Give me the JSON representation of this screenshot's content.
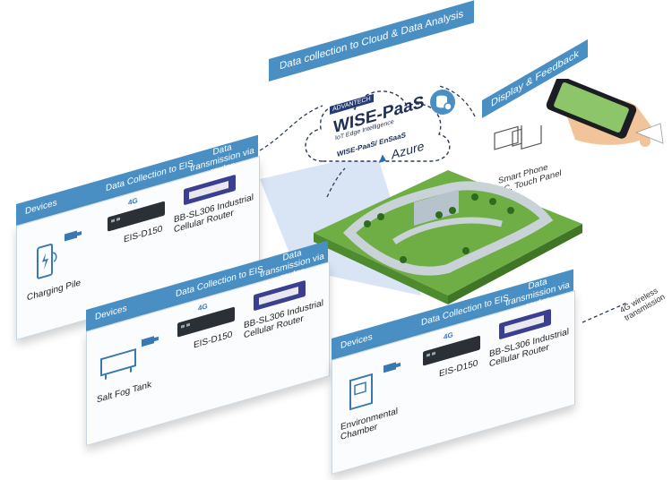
{
  "header": {
    "cloud_title": "Data collection to Cloud & Data Analysis"
  },
  "cloud": {
    "brand": "ADVANTECH",
    "product": "WISE-PaaS",
    "tagline": "IoT Edge Intelligence",
    "services": "WISE-PaaS/ EnSaaS",
    "azure": "Azure"
  },
  "display": {
    "title": "Display & Feedback",
    "devices_label": "Smart Phone\nPC, Touch Panel"
  },
  "wireless": {
    "label": "4G wireless transmission"
  },
  "panels": [
    {
      "devices_header": "Devices",
      "collection_header": "Data Collection to EIS",
      "transmission_header": "Data transmission via router",
      "device_name": "Charging Pile",
      "eis_name": "EIS-D150",
      "router_name": "BB-SL306 Industrial Cellular Router",
      "badge": "4G"
    },
    {
      "devices_header": "Devices",
      "collection_header": "Data Collection to EIS",
      "transmission_header": "Data transmission via router",
      "device_name": "Salt Fog Tank",
      "eis_name": "EIS-D150",
      "router_name": "BB-SL306 Industrial Cellular Router",
      "badge": "4G"
    },
    {
      "devices_header": "Devices",
      "collection_header": "Data Collection to EIS",
      "transmission_header": "Data transmission via router",
      "device_name": "Environmental Chamber",
      "eis_name": "EIS-D150",
      "router_name": "BB-SL306 Industrial Cellular Router",
      "badge": "4G"
    }
  ],
  "colors": {
    "banner_blue": "#4a8fc3",
    "dark_device": "#2b2f36",
    "router_purple": "#3b3f8f",
    "green_field": "#6fae45",
    "track_gray": "#c9d2d6"
  }
}
